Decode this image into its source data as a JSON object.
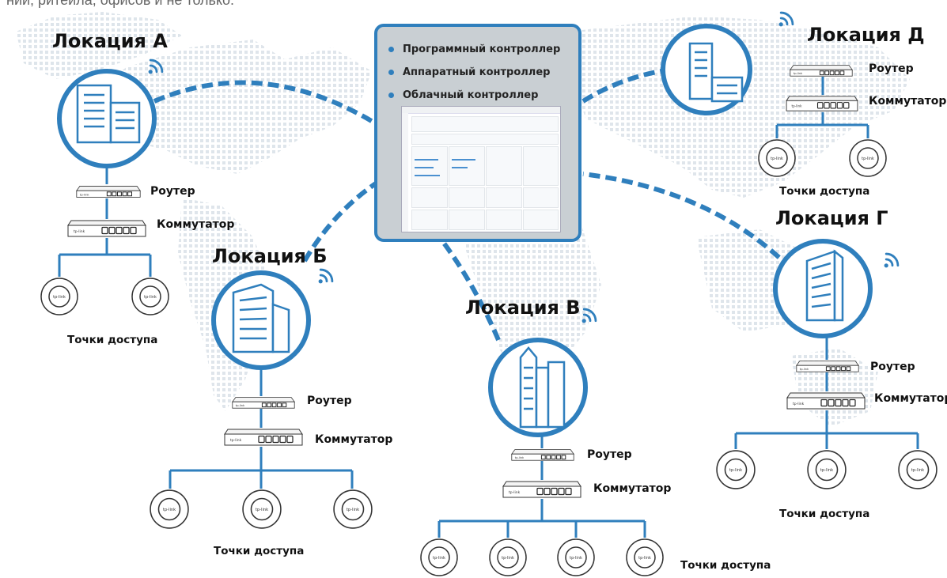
{
  "intro_text": "ний, ритейла, офисов и не только.",
  "controllers": [
    "Программный контроллер",
    "Аппаратный контроллер",
    "Облачный контроллер"
  ],
  "locations": {
    "a": {
      "title": "Локация А",
      "router": "Роутер",
      "switch": "Коммутатор",
      "aps": "Точки доступа"
    },
    "b": {
      "title": "Локация Б",
      "router": "Роутер",
      "switch": "Коммутатор",
      "aps": "Точки доступа"
    },
    "v": {
      "title": "Локация В",
      "router": "Роутер",
      "switch": "Коммутатор",
      "aps": "Точки доступа"
    },
    "g": {
      "title": "Локация Г",
      "router": "Роутер",
      "switch": "Коммутатор",
      "aps": "Точки доступа"
    },
    "d": {
      "title": "Локация Д",
      "router": "Роутер",
      "switch": "Коммутатор",
      "aps": "Точки доступа"
    }
  },
  "device_brand": "tp-link",
  "colors": {
    "accent": "#2f7fbd",
    "map_dots": "#dce3ea",
    "panel": "#c9cfd3"
  }
}
